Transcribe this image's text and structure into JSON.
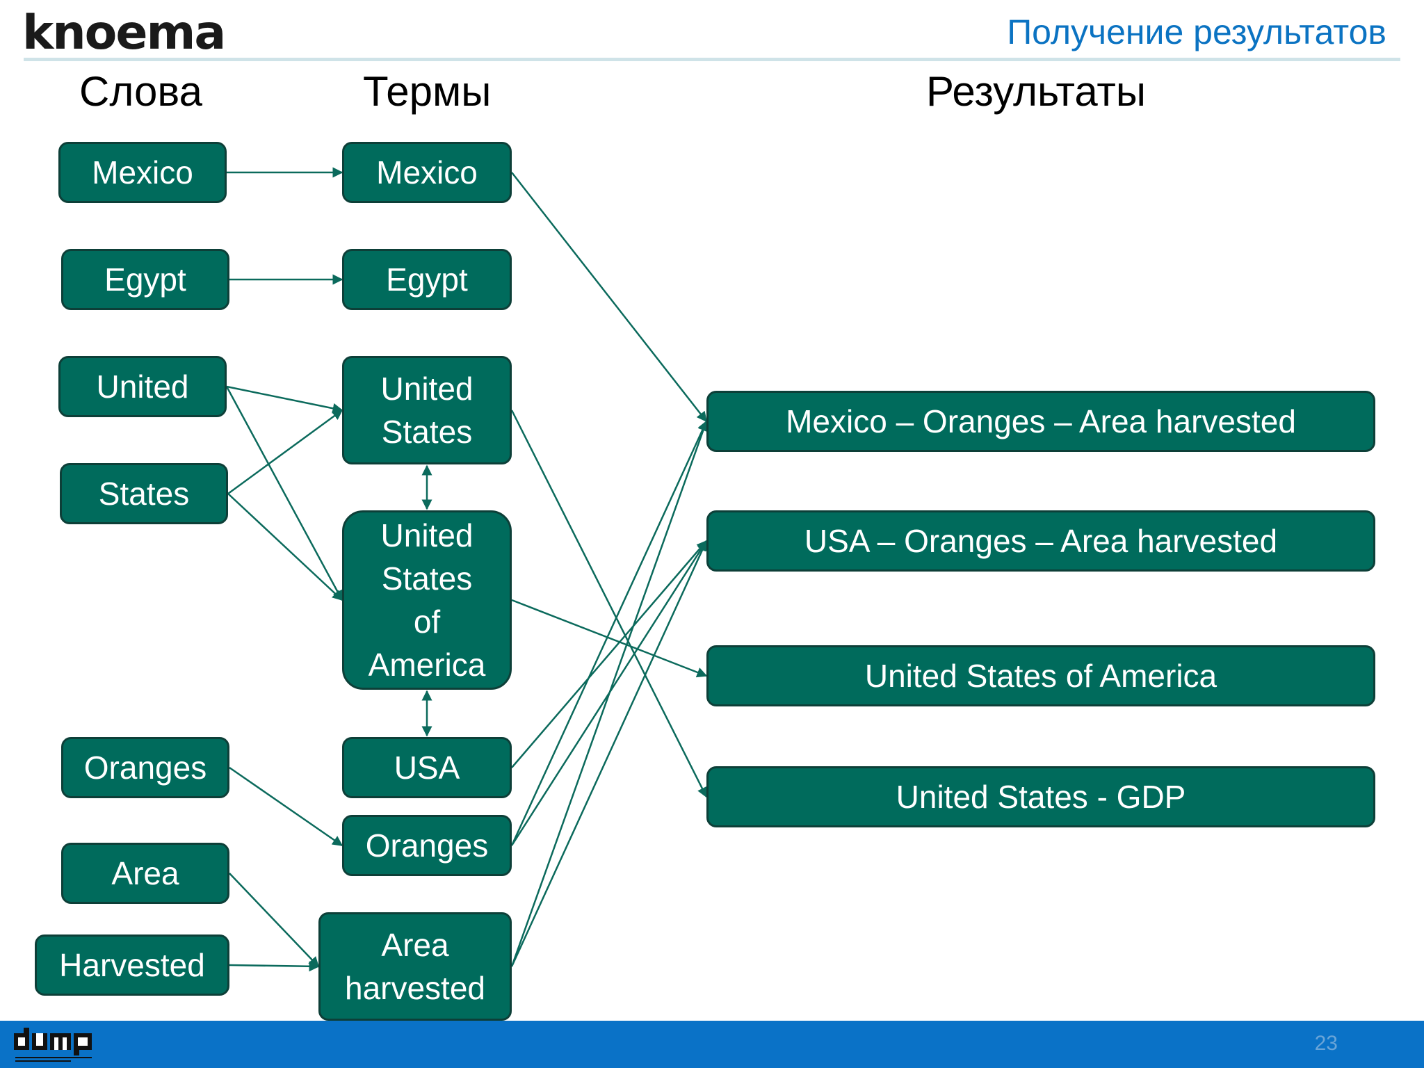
{
  "header": {
    "logo_text": "knoema",
    "page_title": "Получение результатов"
  },
  "columns": {
    "words": "Слова",
    "terms": "Термы",
    "results": "Результаты"
  },
  "words": [
    {
      "id": "w-mexico",
      "label": "Mexico"
    },
    {
      "id": "w-egypt",
      "label": "Egypt"
    },
    {
      "id": "w-united",
      "label": "United"
    },
    {
      "id": "w-states",
      "label": "States"
    },
    {
      "id": "w-oranges",
      "label": "Oranges"
    },
    {
      "id": "w-area",
      "label": "Area"
    },
    {
      "id": "w-harvested",
      "label": "Harvested"
    }
  ],
  "terms": [
    {
      "id": "t-mexico",
      "lines": [
        "Mexico"
      ]
    },
    {
      "id": "t-egypt",
      "lines": [
        "Egypt"
      ]
    },
    {
      "id": "t-us",
      "lines": [
        "United",
        "States"
      ]
    },
    {
      "id": "t-usoa",
      "lines": [
        "United",
        "States",
        "of",
        "America"
      ]
    },
    {
      "id": "t-usa",
      "lines": [
        "USA"
      ]
    },
    {
      "id": "t-oranges",
      "lines": [
        "Oranges"
      ]
    },
    {
      "id": "t-area",
      "lines": [
        "Area",
        "harvested"
      ]
    }
  ],
  "results": [
    {
      "id": "r-mexico",
      "label": "Mexico – Oranges – Area harvested"
    },
    {
      "id": "r-usa",
      "label": "USA – Oranges – Area harvested"
    },
    {
      "id": "r-usoa",
      "label": "United States of America"
    },
    {
      "id": "r-gdp",
      "label": "United States - GDP"
    }
  ],
  "links": [
    {
      "from": "w-mexico",
      "to": "t-mexico"
    },
    {
      "from": "w-egypt",
      "to": "t-egypt"
    },
    {
      "from": "w-united",
      "to": "t-us"
    },
    {
      "from": "w-united",
      "to": "t-usoa"
    },
    {
      "from": "w-states",
      "to": "t-us"
    },
    {
      "from": "w-states",
      "to": "t-usoa"
    },
    {
      "from": "w-oranges",
      "to": "t-oranges"
    },
    {
      "from": "w-area",
      "to": "t-area"
    },
    {
      "from": "w-harvested",
      "to": "t-area"
    },
    {
      "from": "t-us",
      "to": "t-usoa",
      "bidirectional": true
    },
    {
      "from": "t-usoa",
      "to": "t-usa",
      "bidirectional": true
    },
    {
      "from": "t-mexico",
      "to": "r-mexico"
    },
    {
      "from": "t-us",
      "to": "r-gdp"
    },
    {
      "from": "t-usoa",
      "to": "r-usoa"
    },
    {
      "from": "t-usa",
      "to": "r-usa"
    },
    {
      "from": "t-oranges",
      "to": "r-mexico"
    },
    {
      "from": "t-oranges",
      "to": "r-usa"
    },
    {
      "from": "t-area",
      "to": "r-mexico"
    },
    {
      "from": "t-area",
      "to": "r-usa"
    }
  ],
  "footer": {
    "brand_logo": "dump",
    "slide_number": "23"
  },
  "colors": {
    "box_fill": "#006b5c",
    "box_border": "#0d3f38",
    "arrow": "#0b6a5c",
    "title_blue": "#0b73c2",
    "footer_blue": "#0a72c7"
  }
}
